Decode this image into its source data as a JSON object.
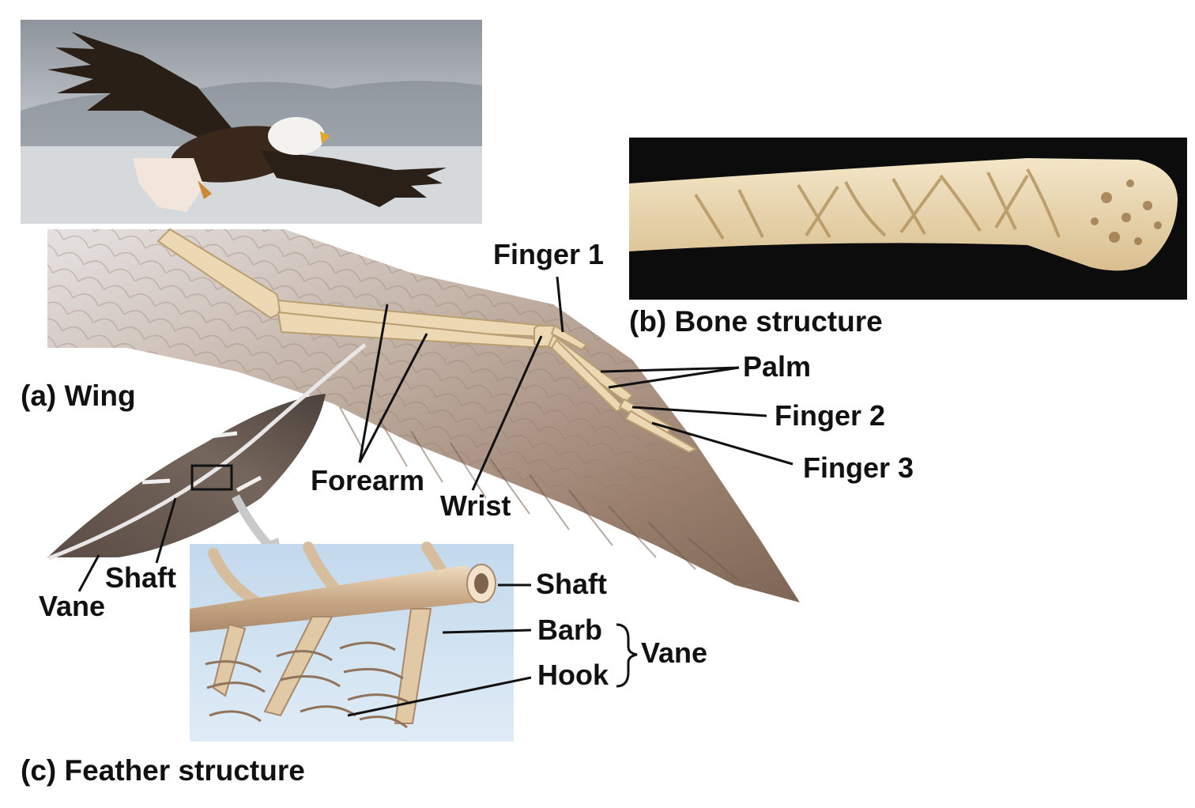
{
  "panels": {
    "a": "(a) Wing",
    "b": "(b) Bone structure",
    "c": "(c) Feather structure"
  },
  "wing_labels": {
    "finger1": "Finger 1",
    "palm": "Palm",
    "finger2": "Finger 2",
    "finger3": "Finger 3",
    "forearm": "Forearm",
    "wrist": "Wrist",
    "shaft": "Shaft",
    "vane": "Vane"
  },
  "feather_labels": {
    "shaft": "Shaft",
    "barb": "Barb",
    "hook": "Hook",
    "vane": "Vane"
  },
  "colors": {
    "wing_feathers": "#a48a78",
    "bone": "#ecd9b4",
    "bone_photo_bg": "#0c0c0c",
    "feather_inset_bg": "#cfe3f2",
    "sky": "#b7bcc1",
    "label_text": "#111111"
  }
}
